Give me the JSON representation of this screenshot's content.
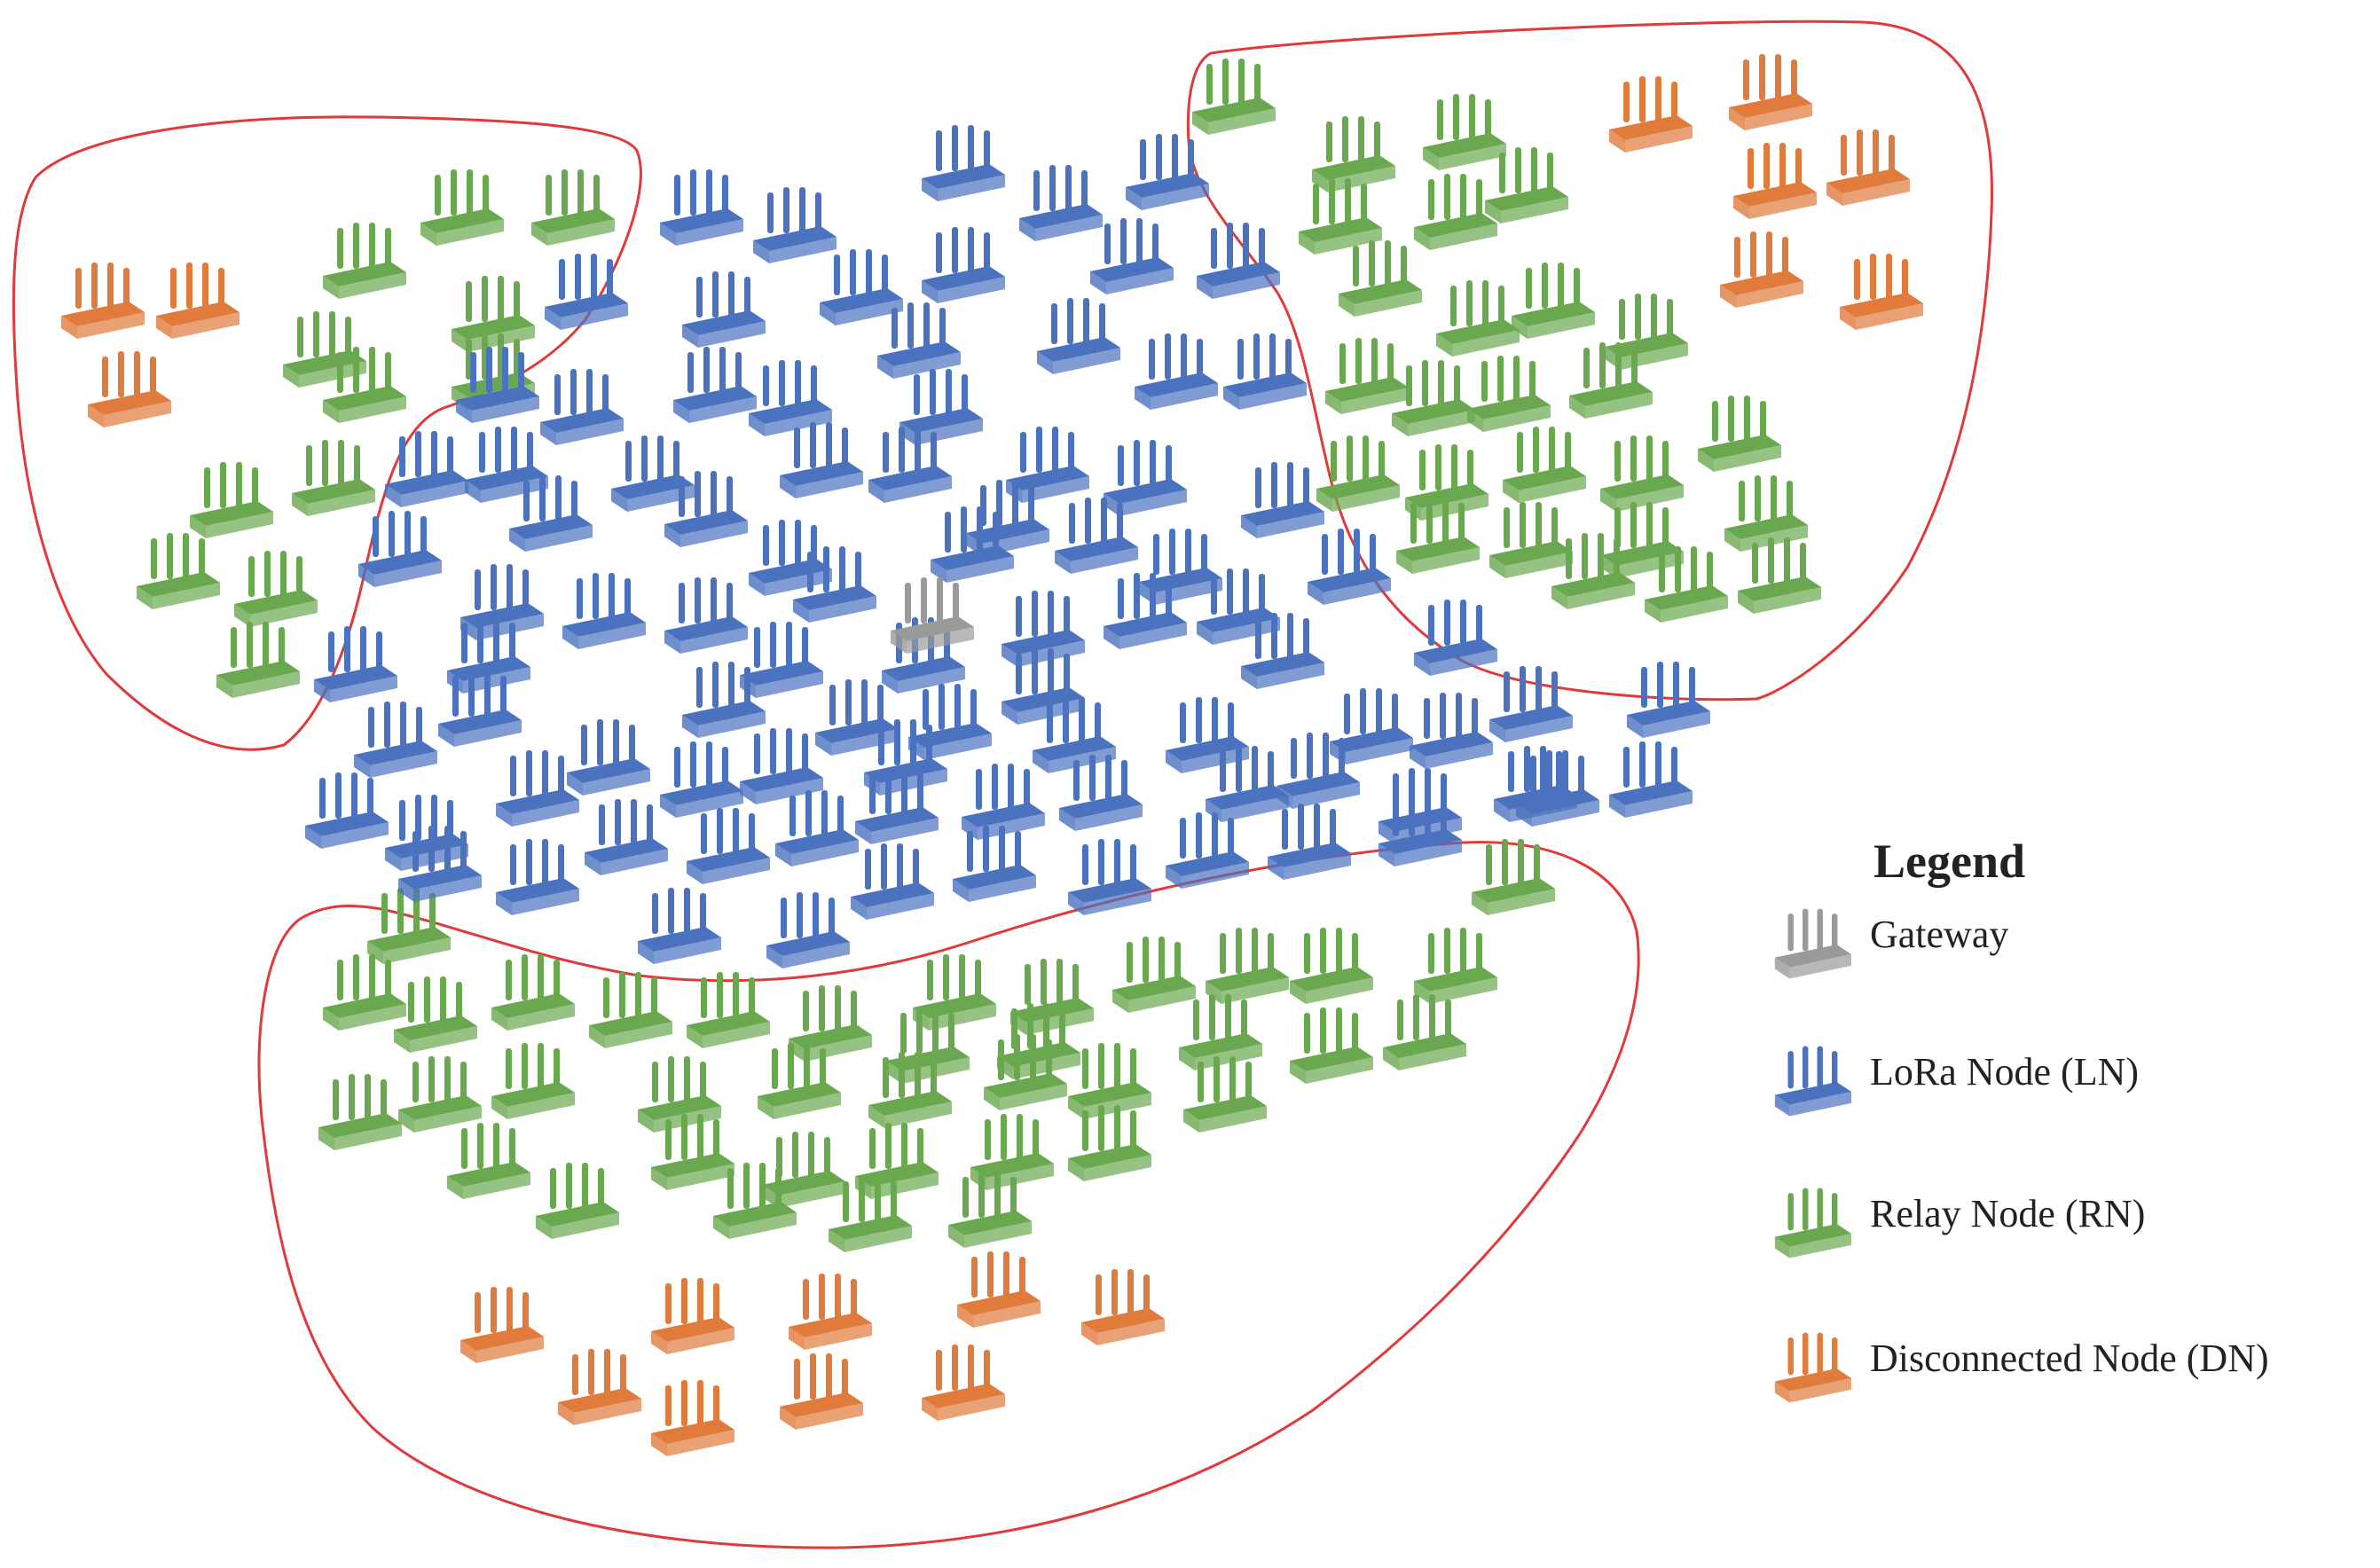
{
  "colors": {
    "gateway": "#9a9a9a",
    "lora": "#4a72bf",
    "relay": "#6aa84f",
    "disconnected": "#e07b3c",
    "boundary": "#e03a3a"
  },
  "icon": "router-icon",
  "legend": {
    "title": "Legend",
    "items": [
      {
        "key": "gateway",
        "label": "Gateway"
      },
      {
        "key": "lora",
        "label": "LoRa Node (LN)"
      },
      {
        "key": "relay",
        "label": "Relay Node (RN)"
      },
      {
        "key": "disconnected",
        "label": "Disconnected Node (DN)"
      }
    ]
  },
  "regions": [
    {
      "name": "top-left-cluster"
    },
    {
      "name": "top-right-cluster"
    },
    {
      "name": "bottom-cluster"
    }
  ]
}
